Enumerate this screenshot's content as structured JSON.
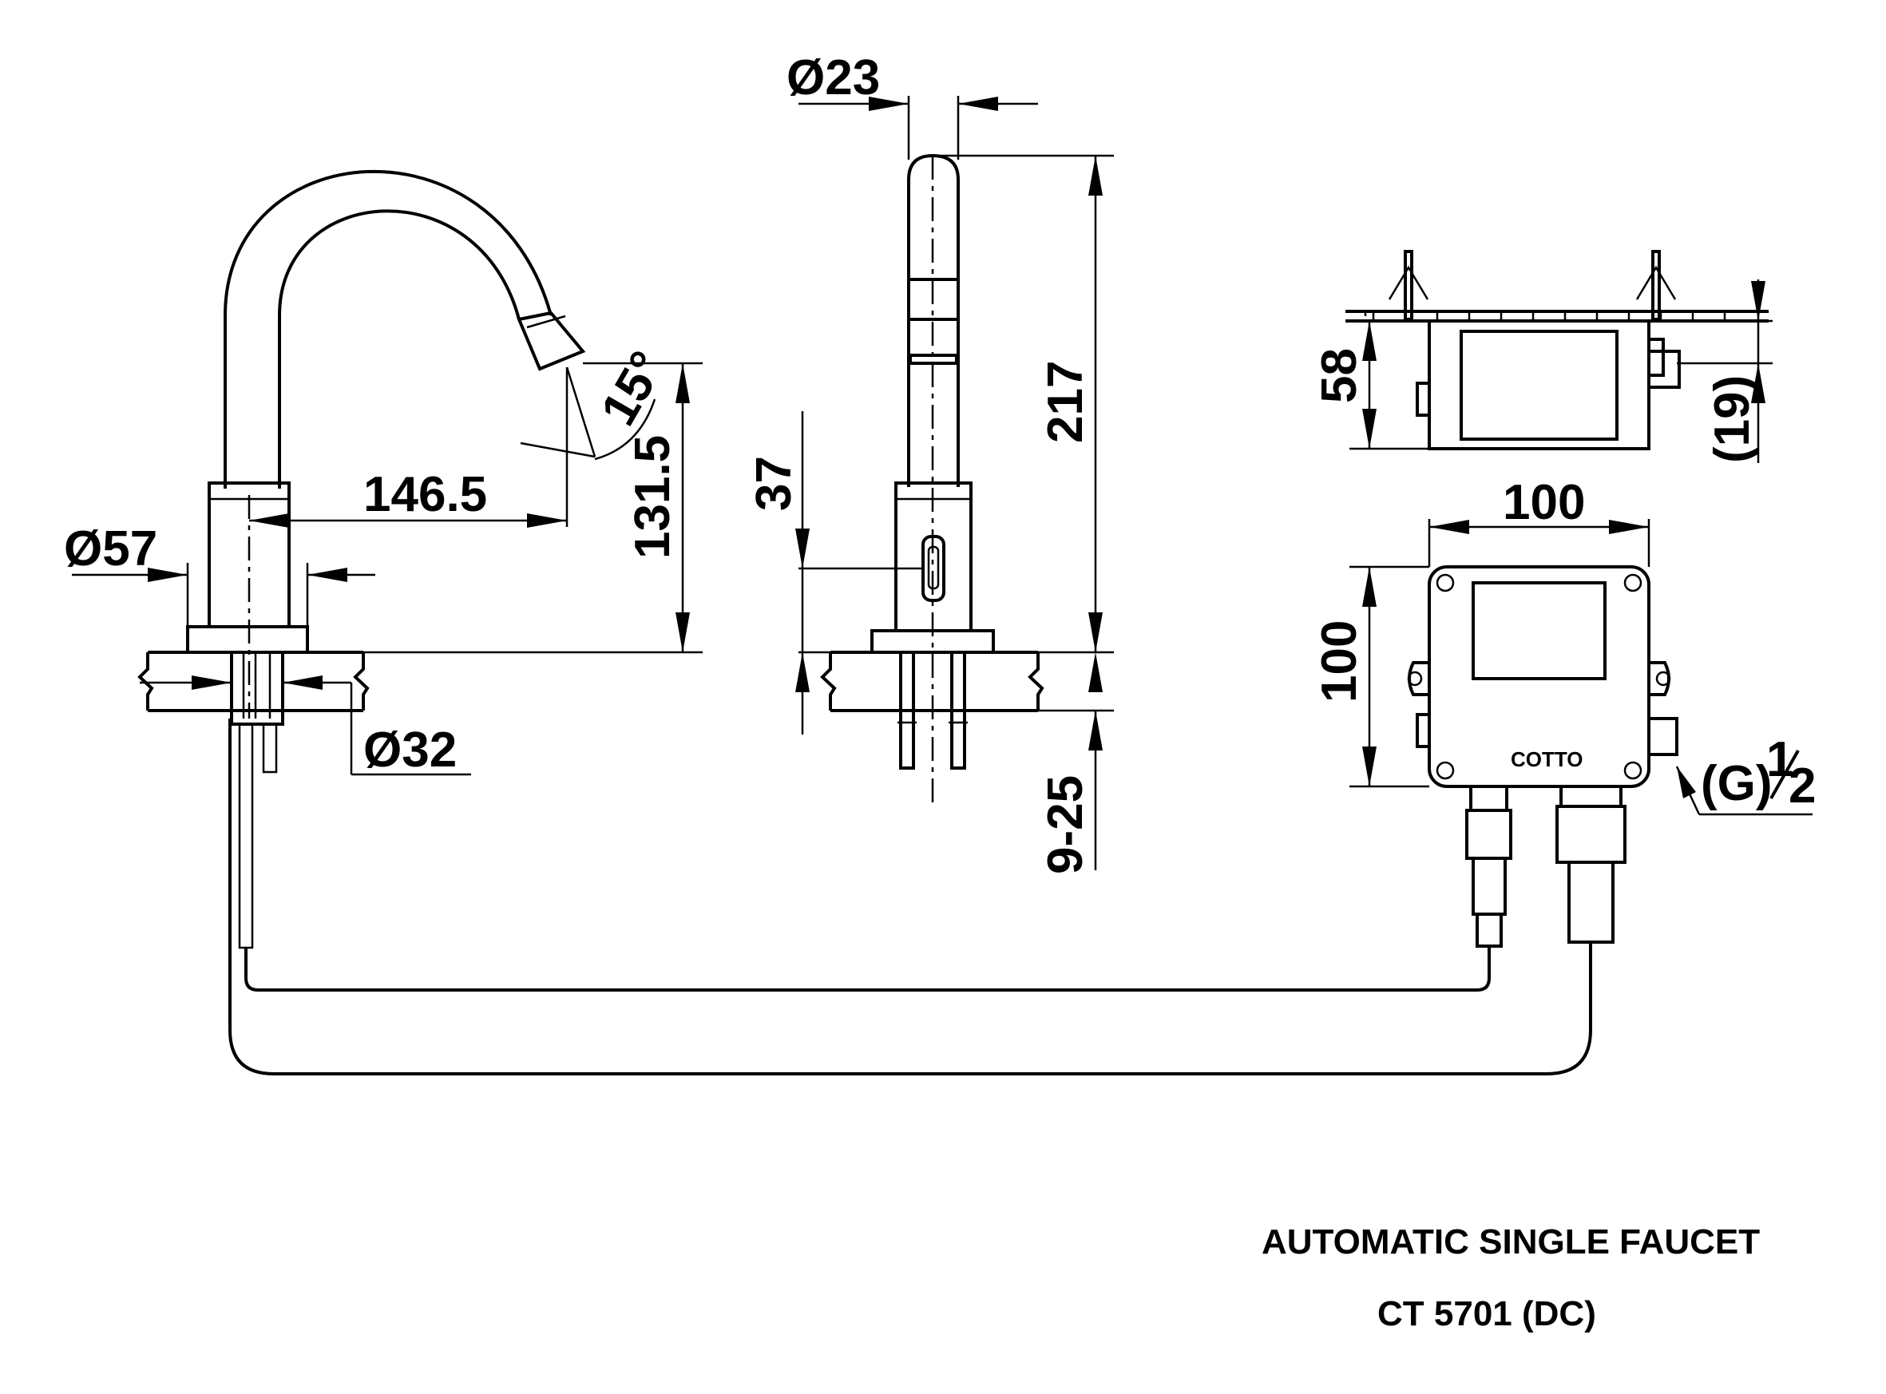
{
  "drawing": {
    "title": "AUTOMATIC SINGLE FAUCET",
    "model": "CT 5701 (DC)",
    "brand": "COTTO"
  },
  "dimensions": {
    "spout_reach": "146.5",
    "spout_height": "131.5",
    "spout_angle": "15°",
    "base_diameter": "Ø57",
    "shank_diameter": "Ø32",
    "spout_diameter": "Ø23",
    "total_height": "217",
    "sensor_height": "37",
    "counter_thickness": "9-25",
    "box_height_side": "58",
    "box_offset": "(19)",
    "box_width": "100",
    "box_height": "100",
    "inlet_thread_g": "(G)",
    "inlet_thread_num": "1",
    "inlet_thread_den": "2"
  }
}
